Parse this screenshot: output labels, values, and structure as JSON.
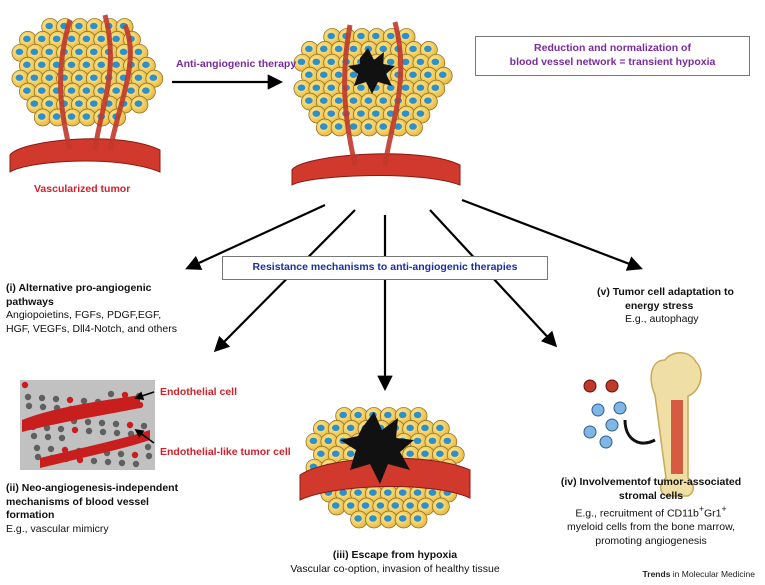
{
  "labels": {
    "therapy": "Anti-angiogenic therapy",
    "normalization_line1": "Reduction and normalization of",
    "normalization_line2": "blood vessel network = transient hypoxia",
    "vascularized_tumor": "Vascularized tumor",
    "resistance": "Resistance mechanisms to anti-angiogenic therapies",
    "endothelial_cell": "Endothelial cell",
    "endothelial_like_tumor_cell": "Endothelial-like tumor cell",
    "brand_bold": "Trends",
    "brand_rest": " in Molecular Medicine"
  },
  "mechanisms": {
    "i": {
      "title_line1": "(i) Alternative pro-angiogenic",
      "title_line2": "pathways",
      "detail_line1": "Angiopoietins, FGFs, PDGF,EGF,",
      "detail_line2": "HGF, VEGFs, Dll4-Notch, and others"
    },
    "ii": {
      "title_line1": "(ii) Neo-angiogenesis-independent",
      "title_line2": "mechanisms of blood vessel",
      "title_line3": "formation",
      "detail": "E.g., vascular mimicry"
    },
    "iii": {
      "title": "(iii) Escape from hypoxia",
      "detail": "Vascular co-option, invasion of  healthy tissue"
    },
    "iv": {
      "title_line1": "(iv) Involvementof tumor-associated",
      "title_line2": "stromal cells",
      "detail_prefix": "E.g., recruitment of CD11b",
      "sup1": "+",
      "detail_mid": "Gr1",
      "sup2": "+",
      "detail_line2": "myeloid cells from the bone marrow,",
      "detail_line3": "promoting angiogenesis"
    },
    "v": {
      "title_line1": "(v) Tumor cell adaptation to",
      "title_line2": "energy stress",
      "detail": "E.g., autophagy"
    }
  },
  "colors": {
    "red_label": "#d3202b",
    "purple_label": "#7a2aa0",
    "blue_label": "#1c2fa0",
    "tumor_cell": "#e8b33a",
    "nucleus": "#2f8fc9",
    "vessel": "#c0392b"
  }
}
